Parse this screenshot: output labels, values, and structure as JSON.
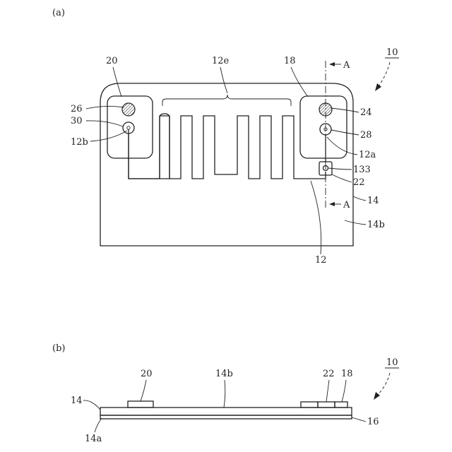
{
  "panel_a": {
    "label": "(a)",
    "ref_main": "10",
    "labels": {
      "l20": "20",
      "l12e": "12e",
      "l18": "18",
      "lA_top": "A",
      "l26": "26",
      "l30": "30",
      "l12b": "12b",
      "l24": "24",
      "l28": "28",
      "l12a": "12a",
      "l133": "133",
      "l22": "22",
      "l14": "14",
      "lA_bot": "A",
      "l14b": "14b",
      "l12": "12"
    }
  },
  "panel_b": {
    "label": "(b)",
    "ref_main": "10",
    "labels": {
      "l20": "20",
      "l14b": "14b",
      "l22": "22",
      "l18": "18",
      "l14": "14",
      "l16": "16",
      "l14a": "14a"
    }
  }
}
